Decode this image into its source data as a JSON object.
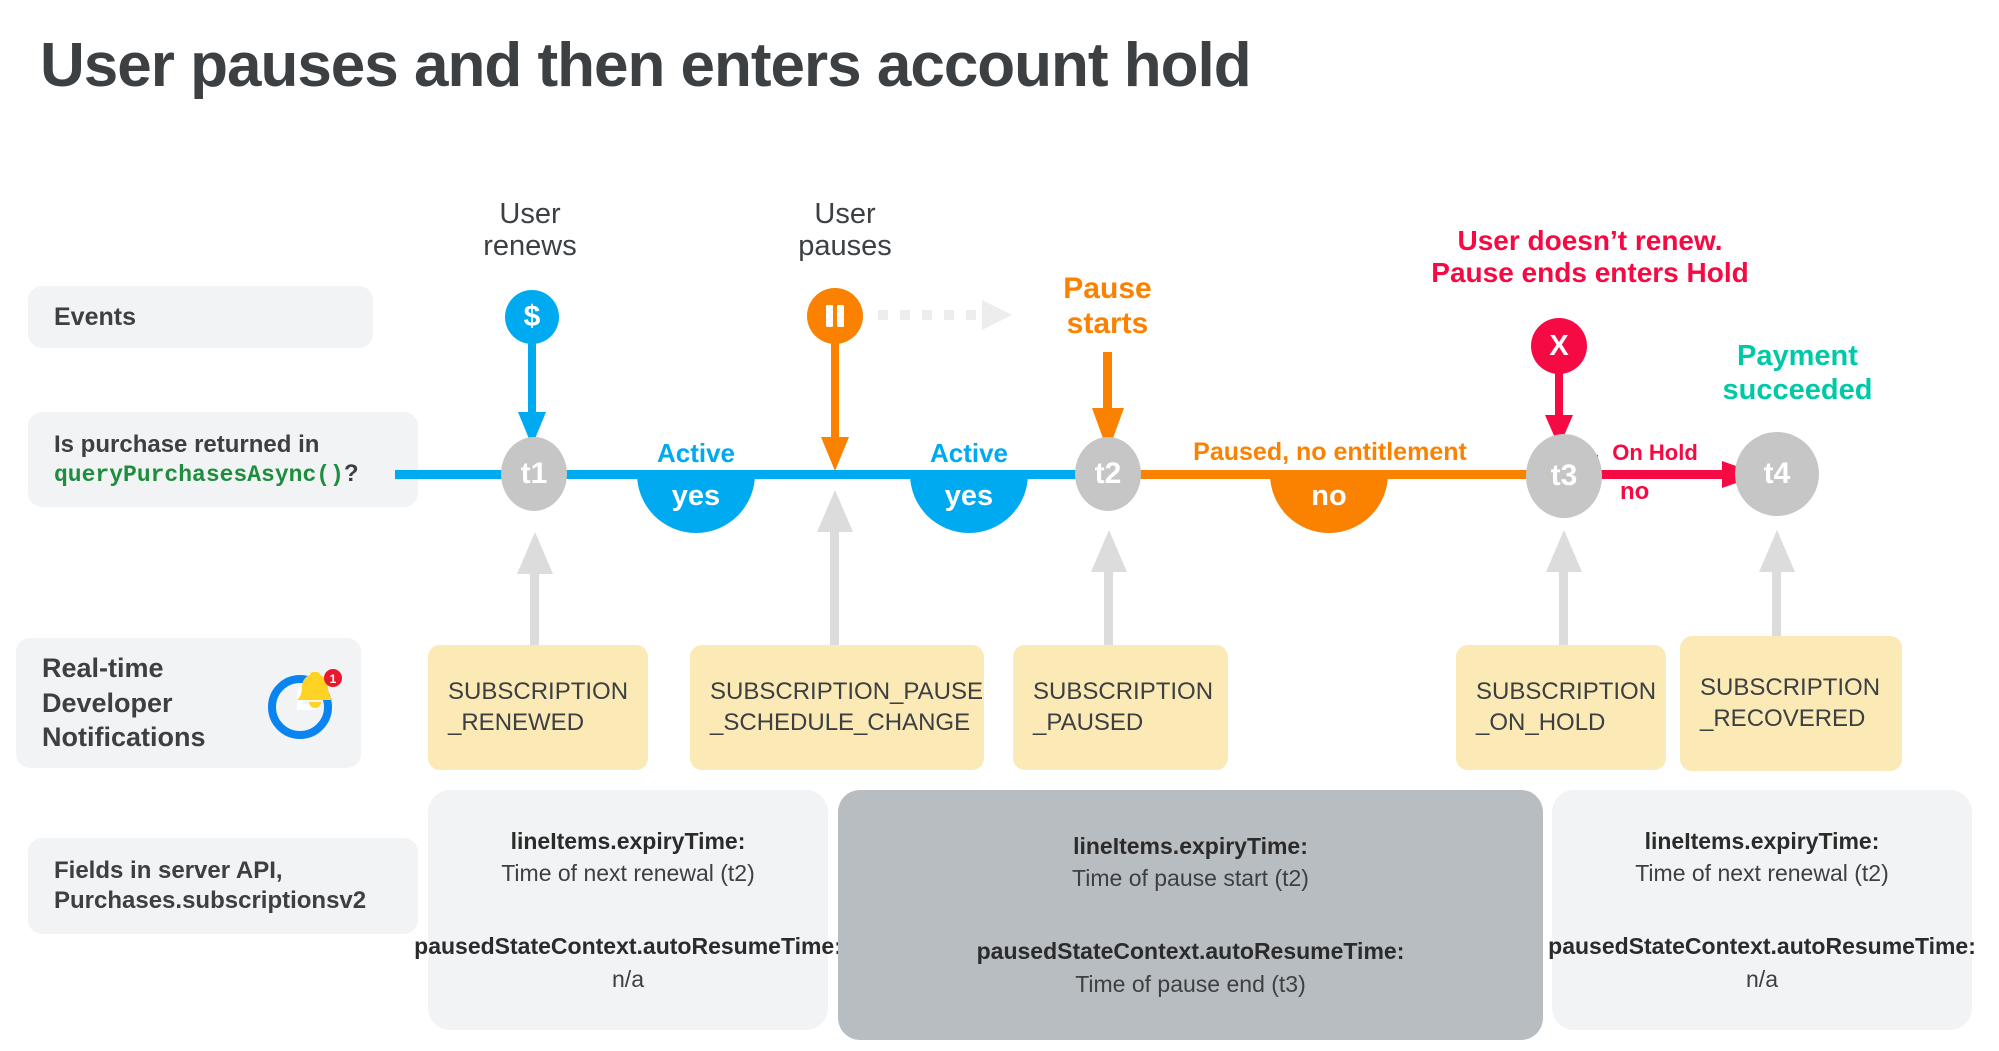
{
  "page": {
    "title": "User pauses and then enters account hold"
  },
  "colors": {
    "blue": "#00AAF0",
    "orange": "#FA8200",
    "red": "#F50A43",
    "teal": "#00C9A7",
    "green_code": "#1e8e3e",
    "grey_node": "#c6c6c6",
    "grey_arrow": "#dcdcdc",
    "yellow_card": "#fbe9b6",
    "panel_light": "#f1f3f4",
    "panel_dark": "#b8bdc2",
    "text": "#3c4043"
  },
  "row_labels": {
    "events": "Events",
    "query_line1": "Is purchase returned in",
    "query_code": "queryPurchasesAsync()",
    "query_suffix": "?",
    "rtdn_line1": "Real-time",
    "rtdn_line2": "Developer",
    "rtdn_line3": "Notifications",
    "rtdn_icon": "clock-bell-icon",
    "rtdn_badge": "1",
    "fields_line1": "Fields in server API,",
    "fields_line2": "Purchases.subscriptionsv2"
  },
  "events": [
    {
      "id": "user-renews",
      "caption_line1": "User",
      "caption_line2": "renews",
      "glyph": "$",
      "glyph_name": "dollar-icon",
      "color": "#00AAF0"
    },
    {
      "id": "user-pauses",
      "caption_line1": "User",
      "caption_line2": "pauses",
      "glyph": "‖",
      "glyph_name": "pause-icon",
      "color": "#FA8200"
    },
    {
      "id": "pause-starts",
      "caption_line1": "Pause",
      "caption_line2": "starts",
      "glyph": "",
      "glyph_name": "",
      "color": "#FA8200"
    },
    {
      "id": "user-doesnt-renew",
      "caption_line1": "User doesn’t renew.",
      "caption_line2": "Pause ends enters Hold",
      "glyph": "X",
      "glyph_name": "x-icon",
      "color": "#F50A43"
    },
    {
      "id": "payment-succeeded",
      "caption_line1": "Payment",
      "caption_line2": "succeeded",
      "glyph": "",
      "glyph_name": "",
      "color": "#00C9A7"
    }
  ],
  "timeline": {
    "nodes": [
      "t1",
      "t2",
      "t3",
      "t4"
    ],
    "segments": [
      {
        "id": "seg-active-1",
        "label": "Active",
        "answer": "yes",
        "color": "#00AAF0"
      },
      {
        "id": "seg-active-2",
        "label": "Active",
        "answer": "yes",
        "color": "#00AAF0"
      },
      {
        "id": "seg-paused",
        "label": "Paused, no entitlement",
        "answer": "no",
        "color": "#FA8200"
      },
      {
        "id": "seg-onhold",
        "label": "On Hold",
        "answer": "no",
        "color": "#F50A43"
      }
    ]
  },
  "notifications": [
    {
      "id": "subscription-renewed",
      "line1": "SUBSCRIPTION",
      "line2": "_RENEWED"
    },
    {
      "id": "subscription-pause-schedule-change",
      "line1": "SUBSCRIPTION_PAUSE",
      "line2": "_SCHEDULE_CHANGE"
    },
    {
      "id": "subscription-paused",
      "line1": "SUBSCRIPTION",
      "line2": "_PAUSED"
    },
    {
      "id": "subscription-on-hold",
      "line1": "SUBSCRIPTION",
      "line2": "_ON_HOLD"
    },
    {
      "id": "subscription-recovered",
      "line1": "SUBSCRIPTION",
      "line2": "_RECOVERED"
    }
  ],
  "field_panels": [
    {
      "id": "fields-active",
      "style": "light",
      "key1": "lineItems.expiryTime:",
      "val1": "Time of next renewal (t2)",
      "key2": "pausedStateContext.autoResumeTime:",
      "val2": "n/a"
    },
    {
      "id": "fields-paused",
      "style": "dark",
      "key1": "lineItems.expiryTime:",
      "val1": "Time of pause start (t2)",
      "key2": "pausedStateContext.autoResumeTime:",
      "val2": "Time of pause end (t3)"
    },
    {
      "id": "fields-recovered",
      "style": "light",
      "key1": "lineItems.expiryTime:",
      "val1": "Time of next renewal (t2)",
      "key2": "pausedStateContext.autoResumeTime:",
      "val2": "n/a"
    }
  ]
}
